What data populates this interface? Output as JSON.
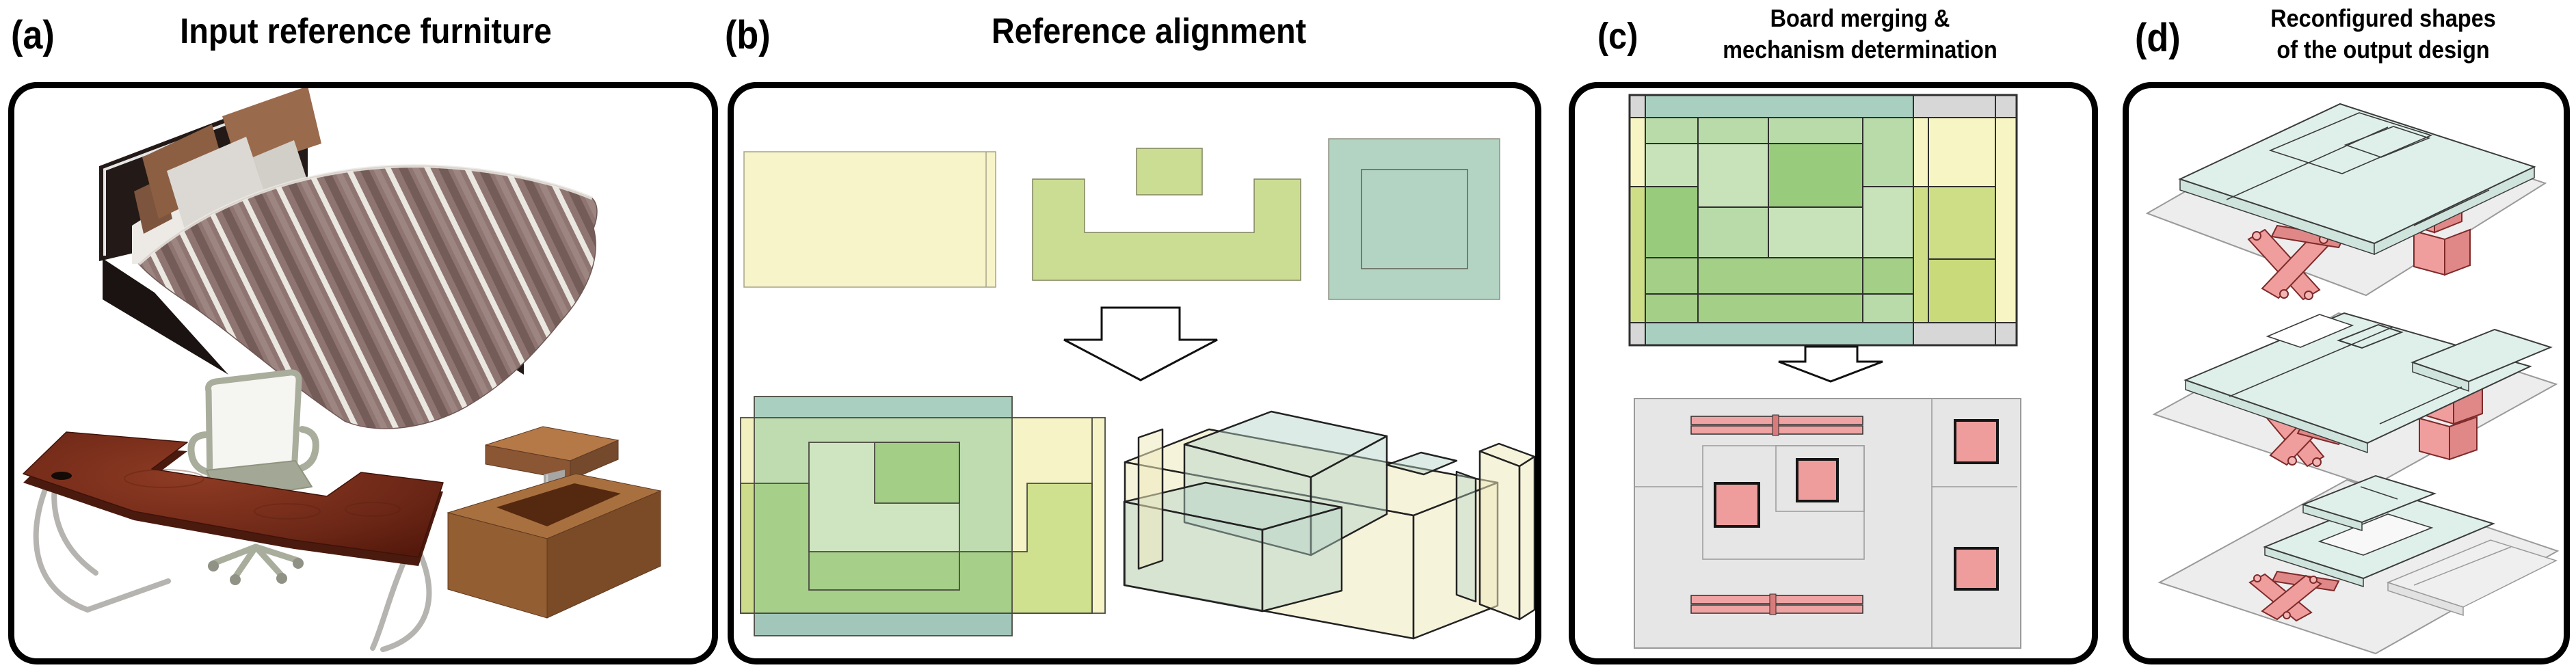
{
  "figure": {
    "panels": [
      {
        "id": "a",
        "label": "(a)",
        "title": "Input reference furniture"
      },
      {
        "id": "b",
        "label": "(b)",
        "title": "Reference alignment"
      },
      {
        "id": "c",
        "label": "(c)",
        "title_line1": "Board merging &",
        "title_line2": "mechanism determination"
      },
      {
        "id": "d",
        "label": "(d)",
        "title_line1": "Reconfigured shapes",
        "title_line2": "of the output design"
      }
    ]
  },
  "palette": {
    "panel_border": "#000000",
    "pale_yellow": "#f7f5c3",
    "yellow_green": "#cede87",
    "light_green": "#b9dbaa",
    "medium_green": "#a3cf87",
    "teal": "#a9cfc0",
    "corner_gray": "#d7d7d7",
    "board_gray": "#e6e6e6",
    "mechanism_pink": "#ef9d9d",
    "mint_board": "#dff0ea",
    "bed_frame_black": "#231a17",
    "blanket_brown": "#8f7571",
    "blanket_stripe_white": "#eae6e0",
    "desk_mahogany": "#6e2817",
    "box_wood": "#a9703f",
    "chair_sage": "#a9ad9c"
  }
}
